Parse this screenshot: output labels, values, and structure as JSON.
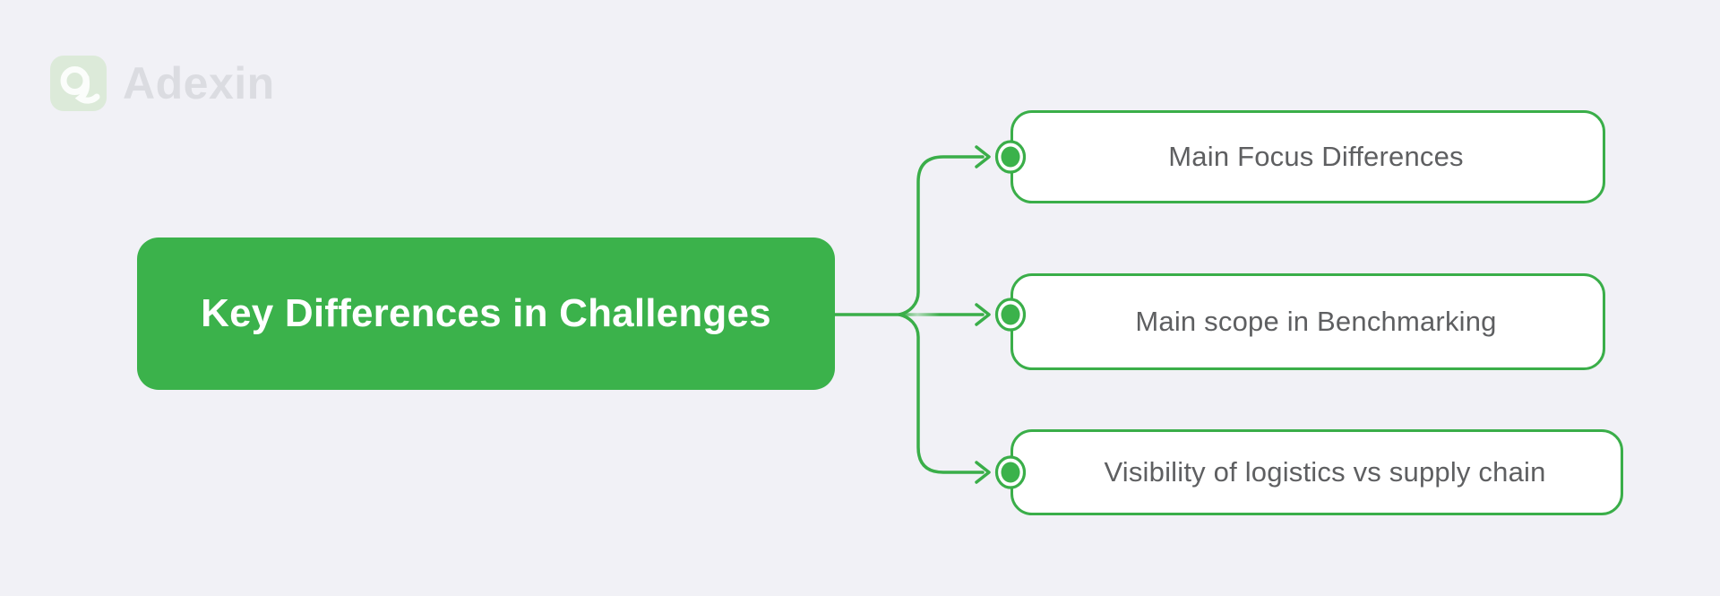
{
  "colors": {
    "background": "#f1f1f6",
    "green": "#3bb24b",
    "line": "#3aae49",
    "node_border": "#3aae49",
    "node_text": "#5e5f61",
    "title_text": "#ffffff",
    "brand_tile": "#dcead9",
    "brand_mark": "#fbfdfb",
    "brand_text": "#dbdce1"
  },
  "brand": {
    "name": "Adexin",
    "logo_icon": "adexin-a-mark"
  },
  "diagram": {
    "type": "mindmap-branch",
    "root": {
      "label": "Key Differences in Challenges"
    },
    "children": [
      {
        "label": "Main Focus Differences"
      },
      {
        "label": "Main scope in Benchmarking"
      },
      {
        "label": "Visibility of logistics vs supply chain"
      }
    ],
    "connector_style": "curved-elbow",
    "arrow_icon": "chevron-right",
    "bullet_icon": "filled-circle-ring"
  }
}
